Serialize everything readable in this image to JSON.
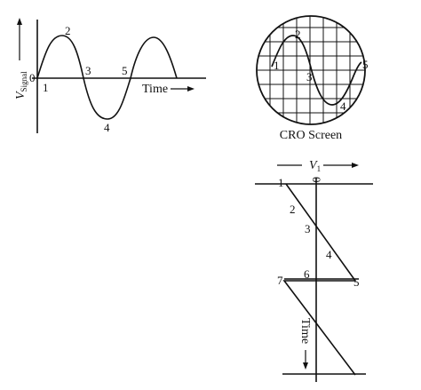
{
  "signal_plot": {
    "y_axis_label": "V",
    "y_axis_subscript": "Signal",
    "x_axis_label": "Time",
    "origin_label": "0",
    "point_labels": [
      "1",
      "2",
      "3",
      "4",
      "5"
    ]
  },
  "cro_screen": {
    "caption": "CRO Screen",
    "point_labels": [
      "1",
      "2",
      "3",
      "4",
      "5"
    ]
  },
  "sweep_plot": {
    "axis_label": "V",
    "axis_subscript": "1",
    "origin_label": "0",
    "time_label": "Time",
    "point_labels": [
      "1",
      "2",
      "3",
      "4",
      "5",
      "6",
      "7"
    ]
  }
}
